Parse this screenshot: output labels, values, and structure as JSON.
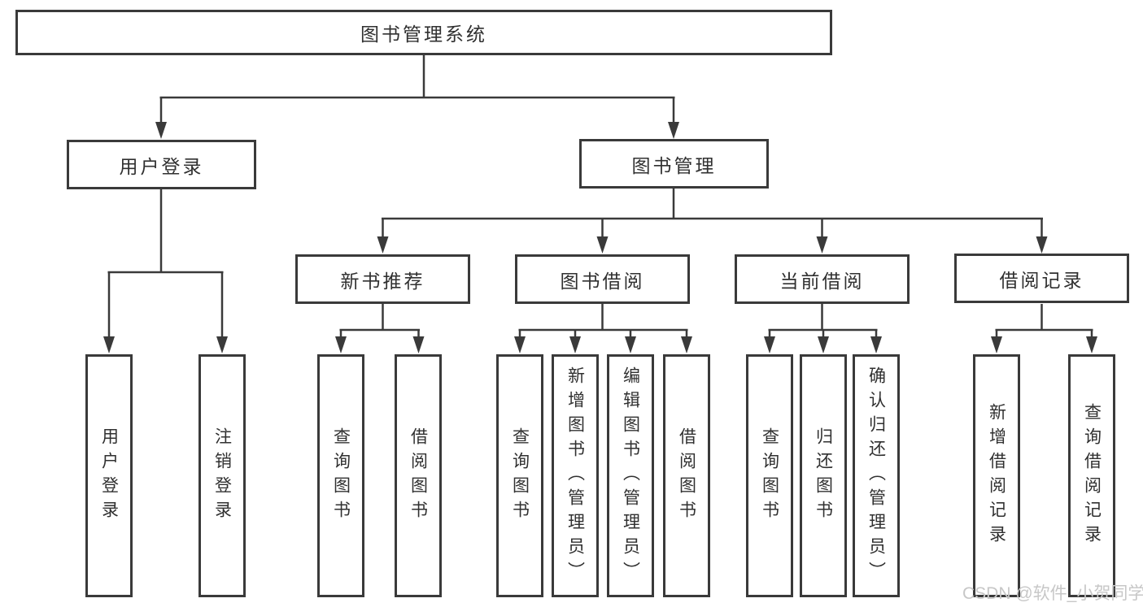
{
  "tree": {
    "root": {
      "label": "图书管理系统"
    },
    "level2": [
      {
        "label": "用户登录",
        "children": [
          {
            "label": "用户登录"
          },
          {
            "label": "注销登录"
          }
        ]
      },
      {
        "label": "图书管理",
        "children": [
          {
            "label": "新书推荐",
            "children": [
              {
                "label": "查询图书"
              },
              {
                "label": "借阅图书"
              }
            ]
          },
          {
            "label": "图书借阅",
            "children": [
              {
                "label": "查询图书"
              },
              {
                "label": "新增图书（管理员）"
              },
              {
                "label": "编辑图书（管理员）"
              },
              {
                "label": "借阅图书"
              }
            ]
          },
          {
            "label": "当前借阅",
            "children": [
              {
                "label": "查询图书"
              },
              {
                "label": "归还图书"
              },
              {
                "label": "确认归还（管理员）"
              }
            ]
          },
          {
            "label": "借阅记录",
            "children": [
              {
                "label": "新增借阅记录"
              },
              {
                "label": "查询借阅记录"
              }
            ]
          }
        ]
      }
    ]
  },
  "watermark": {
    "text": "CSDN @软件_小贺同学"
  },
  "colors": {
    "background": "#ffffff",
    "line": "#3a3a3a",
    "box_border": "#3a3a3a",
    "text": "#303030",
    "watermark": "#c7c7c7"
  }
}
